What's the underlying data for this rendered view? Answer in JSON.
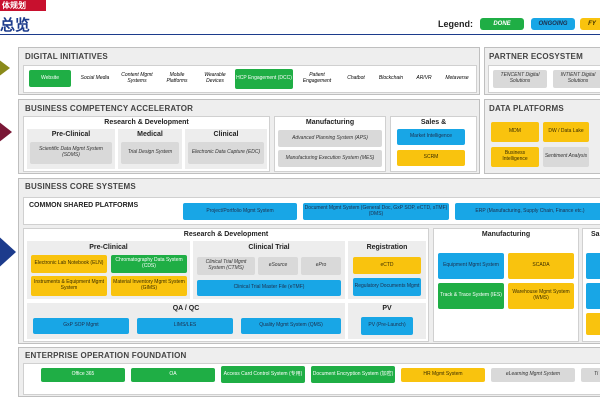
{
  "header": {
    "top_tag": "体规划",
    "title": "总览",
    "legend_label": "Legend:",
    "legend": [
      {
        "label": "DONE",
        "color": "#1fae45"
      },
      {
        "label": "ONGOING",
        "color": "#18a6e6"
      },
      {
        "label": "FY",
        "color": "#f9c30e"
      }
    ]
  },
  "digital": {
    "title": "DIGITAL INITIATIVES",
    "items": [
      "Website",
      "Social Media",
      "Content Mgmt Systems",
      "Mobile Platforms",
      "Wearable Devices",
      "HCP Engagement (DCC)",
      "Patient Engagement",
      "Chatbot",
      "Blockchain",
      "AR/VR",
      "Metaverse"
    ]
  },
  "partner": {
    "title": "PARTNER ECOSYSTEM",
    "items": [
      "TENCENT Digital Solutions",
      "INTIENT Digital Solutions"
    ]
  },
  "bca": {
    "title": "BUSINESS COMPETENCY ACCELERATOR",
    "rd_title": "Research & Development",
    "preclinical": {
      "title": "Pre-Clinical",
      "item": "Scientific Data Mgmt System (SDMS)"
    },
    "medical": {
      "title": "Medical",
      "item": "Trial Design System"
    },
    "clinical": {
      "title": "Clinical",
      "item": "Electronic Data Capture (EDC)"
    },
    "manufacturing": {
      "title": "Manufacturing",
      "items": [
        "Advanced Planning System (APS)",
        "Manufacturing Execution System (MES)"
      ]
    },
    "sales": {
      "title": "Sales &",
      "items": [
        "Market Intelligence",
        "SCRM"
      ]
    }
  },
  "data_platforms": {
    "title": "DATA PLATFORMS",
    "items": [
      "MDM",
      "DW / Data Lake",
      "Business Intelligence",
      "Sentiment Analysis"
    ]
  },
  "core": {
    "title": "BUSINESS CORE SYSTEMS",
    "csp_title": "COMMON SHARED PLATFORMS",
    "csp_items": [
      "Project/Portfolio Mgmt System",
      "Document Mgmt System (General Doc, GxP SOP, eCTD, sTMF) (DMS)",
      "ERP (Manufacturing, Supply Chain, Finance etc.)"
    ],
    "rd_title": "Research & Development",
    "preclinical": {
      "title": "Pre-Clinical",
      "items": [
        "Electronic Lab Notebook (ELN)",
        "Chromatography Data System (CDS)",
        "Instruments & Equipment Mgmt System",
        "Material Inventory Mgmt System (GIMS)"
      ]
    },
    "clinical_trial": {
      "title": "Clinical Trial",
      "items": [
        "Clinical Trial Mgmt System (CTMS)",
        "eSource",
        "ePro",
        "Clinical Trial Master File (eTMF)"
      ]
    },
    "registration": {
      "title": "Registration",
      "items": [
        "eCTD",
        "Regulatory Documents Mgmt"
      ]
    },
    "qaqc": {
      "title": "QA / QC",
      "items": [
        "GxP SOP Mgmt",
        "LIMS/LES",
        "Quality Mgmt System (QMS)"
      ]
    },
    "pv": {
      "title": "PV",
      "item": "PV (Pre-Launch)"
    },
    "manufacturing": {
      "title": "Manufacturing",
      "items": [
        "Equipment Mgmt System",
        "SCADA",
        "Track & Trace System (IES)",
        "Warehouse Mgmt System (WMS)"
      ]
    },
    "sales_title": "Sa"
  },
  "eof": {
    "title": "ENTERPRISE OPERATION FOUNDATION",
    "items": [
      "Office 365",
      "OA",
      "Access Card Control System (专用)",
      "Document Encryption System (加密)",
      "HR Mgmt System",
      "eLearning Mgmt System",
      "Ti"
    ]
  }
}
